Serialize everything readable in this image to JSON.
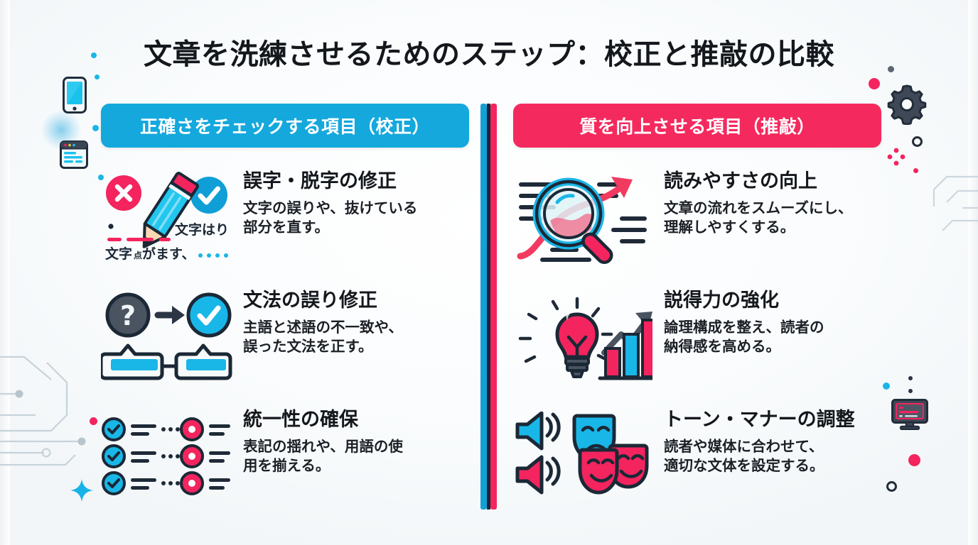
{
  "page": {
    "title": "文章を洗練させるためのステップ：校正と推敲の比較",
    "background_color": "#fafcfd",
    "accent_blue": "#14a8dd",
    "accent_pink": "#f42a5e",
    "ink": "#14181d"
  },
  "divider": {
    "left_color": "#14a0d7",
    "center_color": "#16263a",
    "right_color": "#f4245e"
  },
  "columns": [
    {
      "id": "proofreading",
      "header": "正確さをチェックする項目（校正）",
      "header_color": "#14a8dd",
      "items": [
        {
          "icon": "typo-correction-icon",
          "title": "誤字・脱字の修正",
          "desc": "文字の誤りや、抜けている\n部分を直す。"
        },
        {
          "icon": "grammar-fix-icon",
          "title": "文法の誤り修正",
          "desc": "主語と述語の不一致や、\n誤った文法を正す。"
        },
        {
          "icon": "consistency-check-icon",
          "title": "統一性の確保",
          "desc": "表記の揺れや、用語の使\n用を揃える。"
        }
      ]
    },
    {
      "id": "revision",
      "header": "質を向上させる項目（推敲）",
      "header_color": "#f42a5e",
      "items": [
        {
          "icon": "readability-magnifier-icon",
          "title": "読みやすさの向上",
          "desc": "文章の流れをスムーズにし、\n理解しやすくする。"
        },
        {
          "icon": "persuasion-lightbulb-chart-icon",
          "title": "説得力の強化",
          "desc": "論理構成を整え、読者の\n納得感を高める。"
        },
        {
          "icon": "tone-manner-masks-icon",
          "title": "トーン・マナーの調整",
          "desc": "読者や媒体に合わせて、\n適切な文体を設定する。"
        }
      ]
    }
  ],
  "decorations": {
    "smartphone": "smartphone-icon",
    "browser_window": "browser-window-icon",
    "gear": "gear-icon",
    "monitor": "monitor-code-icon",
    "sparkle_blue": "sparkle-icon",
    "sparkle_pink": "sparkle-icon",
    "circuit_lines": "circuit-lines-decoration"
  }
}
